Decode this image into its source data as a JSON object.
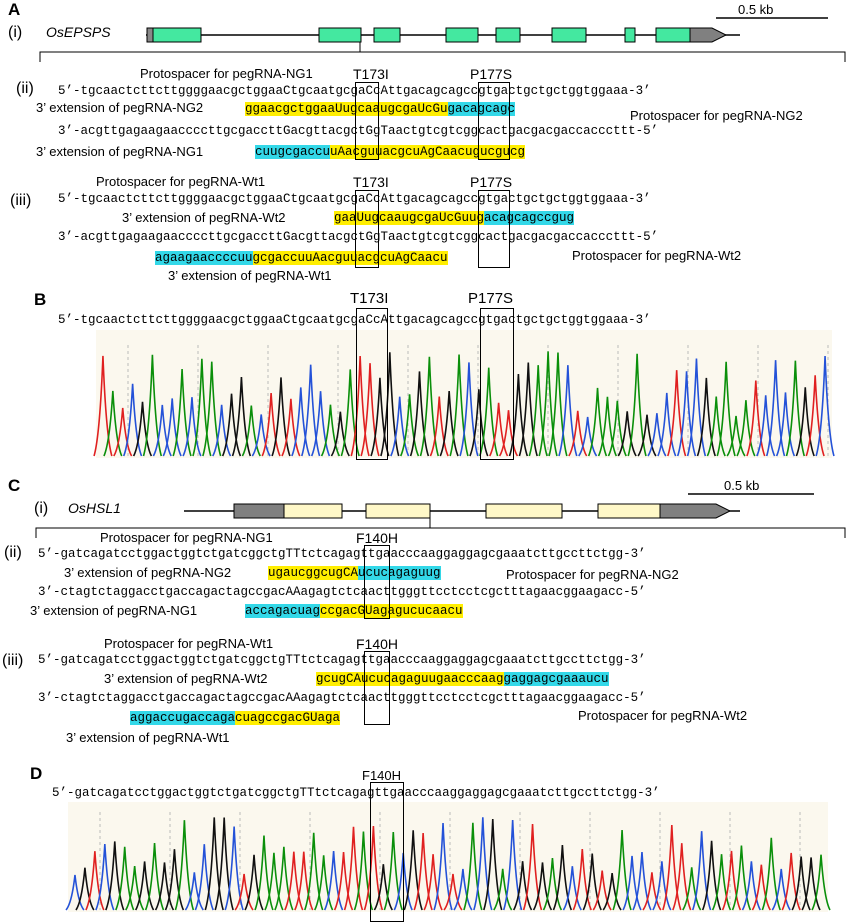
{
  "panel_a": {
    "letter": "A",
    "sub_i": "(i)",
    "sub_ii": "(ii)",
    "sub_iii": "(iii)",
    "gene": "OsEPSPS",
    "scale": "0.5 kb",
    "ii": {
      "label_ps_ng1": "Protospacer for pegRNA-NG1",
      "mut1": "T173I",
      "mut2": "P177S",
      "top_seq": "5’-tgcaactcttcttggggaacgctggaaCtgcaatgcgaCcAttgacagcagccgtgactgctgctggtggaaa-3’",
      "ext_ng2_label": "3’ extension of pegRNA-NG2",
      "ext_ng2_yellow": "ggaacgctggaaUugcaaugcgaUcGu",
      "ext_ng2_cyan": "gacagcagc",
      "ps_ng2_label": "Protospacer for pegRNA-NG2",
      "bottom_seq": "3’-acgttgagaagaaccccttgcgaccttGacgttacgctGgTaactgtcgtcggcactgacgacgaccacccttt-5’",
      "ext_ng1_label": "3’ extension of pegRNA-NG1",
      "ext_ng1_cyan": "cuugcgaccu",
      "ext_ng1_yellow": "uAacguuacgcuAgCaacugucgucg"
    },
    "iii": {
      "label_ps_wt1": "Protospacer for pegRNA-Wt1",
      "mut1": "T173I",
      "mut2": "P177S",
      "top_seq": "5’-tgcaactcttcttggggaacgctggaaCtgcaatgcgaCcAttgacagcagccgtgactgctgctggtggaaa-3’",
      "ext_wt2_label": "3’ extension of pegRNA-Wt2",
      "ext_wt2_yellow": "gaaUugcaaugcgaUcGuug",
      "ext_wt2_cyan": "acagcagccgug",
      "bottom_seq": "3’-acgttgagaagaaccccttgcgaccttGacgttacgctGgTaactgtcgtcggcactgacgacgaccacccttt-5’",
      "ext_wt1_cyan": "agaagaaccccuu",
      "ext_wt1_yellow": "gcgaccuuAacguuacgcuAgCaacu",
      "ps_wt2_label": "Protospacer for pegRNA-Wt2",
      "ext_wt1_label": "3’ extension of pegRNA-Wt1"
    }
  },
  "panel_b": {
    "letter": "B",
    "mut1": "T173I",
    "mut2": "P177S",
    "seq": "5’-tgcaactcttcttggggaacgctggaaCtgcaatgcgaCcAttgacagcagccgtgactgctgctggtggaaa-3’"
  },
  "panel_c": {
    "letter": "C",
    "sub_i": "(i)",
    "sub_ii": "(ii)",
    "sub_iii": "(iii)",
    "gene": "OsHSL1",
    "scale": "0.5 kb",
    "ii": {
      "label_ps_ng1": "Protospacer for pegRNA-NG1",
      "mut": "F140H",
      "top_seq": "5’-gatcagatcctggactggtctgatcggctgTTtctcagagttgaacccaaggaggagcgaaatcttgccttctgg-3’",
      "ext_ng2_label": "3’ extension of pegRNA-NG2",
      "ext_ng2_yellow": "ugaucggcugCA",
      "ext_ng2_cyan": "ucucagaguug",
      "ps_ng2_label": "Protospacer for pegRNA-NG2",
      "bottom_seq": "3’-ctagtctaggacctgaccagactagccgacAAagagtctcaacttgggttcctcctcgctttagaacggaagacc-5’",
      "ext_ng1_label": "3’ extension of pegRNA-NG1",
      "ext_ng1_cyan": "accagacuag",
      "ext_ng1_yellow": "ccgacGUagagucucaacu"
    },
    "iii": {
      "label_ps_wt1": "Protospacer for pegRNA-Wt1",
      "mut": "F140H",
      "top_seq": "5’-gatcagatcctggactggtctgatcggctgTTtctcagagttgaacccaaggaggagcgaaatcttgccttctgg-3’",
      "ext_wt2_label": "3’ extension of pegRNA-Wt2",
      "ext_wt2_yellow": "gcugCAucucagaguugaacccaag",
      "ext_wt2_cyan": "gaggagcgaaaucu",
      "bottom_seq": "3’-ctagtctaggacctgaccagactagccgacAAagagtctcaacttgggttcctcctcgctttagaacggaagacc-5’",
      "ext_wt1_cyan": "aggaccugaccaga",
      "ext_wt1_yellow": "cuagccgacGUaga",
      "ps_wt2_label": "Protospacer for pegRNA-Wt2",
      "ext_wt1_label": "3’ extension of pegRNA-Wt1"
    }
  },
  "panel_d": {
    "letter": "D",
    "mut": "F140H",
    "seq": "5’-gatcagatcctggactggtctgatcggctgTTtctcagagttgaacccaaggaggagcgaaatcttgccttctgg-3’"
  },
  "colors": {
    "exon_epsps": "#44e8a0",
    "exon_hsl1": "#fff8c8",
    "utr": "#808080",
    "yellow": "#ffee00",
    "cyan": "#33d8e8",
    "mutation": "#ff0000",
    "trace_a": "#0a8f0a",
    "trace_c": "#2452d8",
    "trace_g": "#101010",
    "trace_t": "#e02020",
    "chrom_bg": "#fbf8ee"
  }
}
